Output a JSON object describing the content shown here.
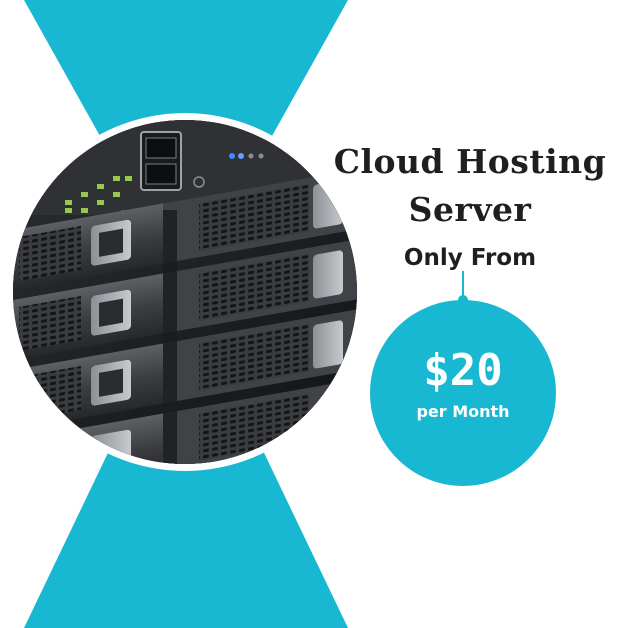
{
  "headline": {
    "line1": "Cloud Hosting",
    "line2": "Server"
  },
  "subhead": "Only From",
  "price": {
    "amount": "$20",
    "period": "per Month"
  },
  "colors": {
    "accent": "#18b8d2",
    "text": "#1f1f1f",
    "background": "#ffffff"
  },
  "image": {
    "subject": "server-rack-photo"
  }
}
